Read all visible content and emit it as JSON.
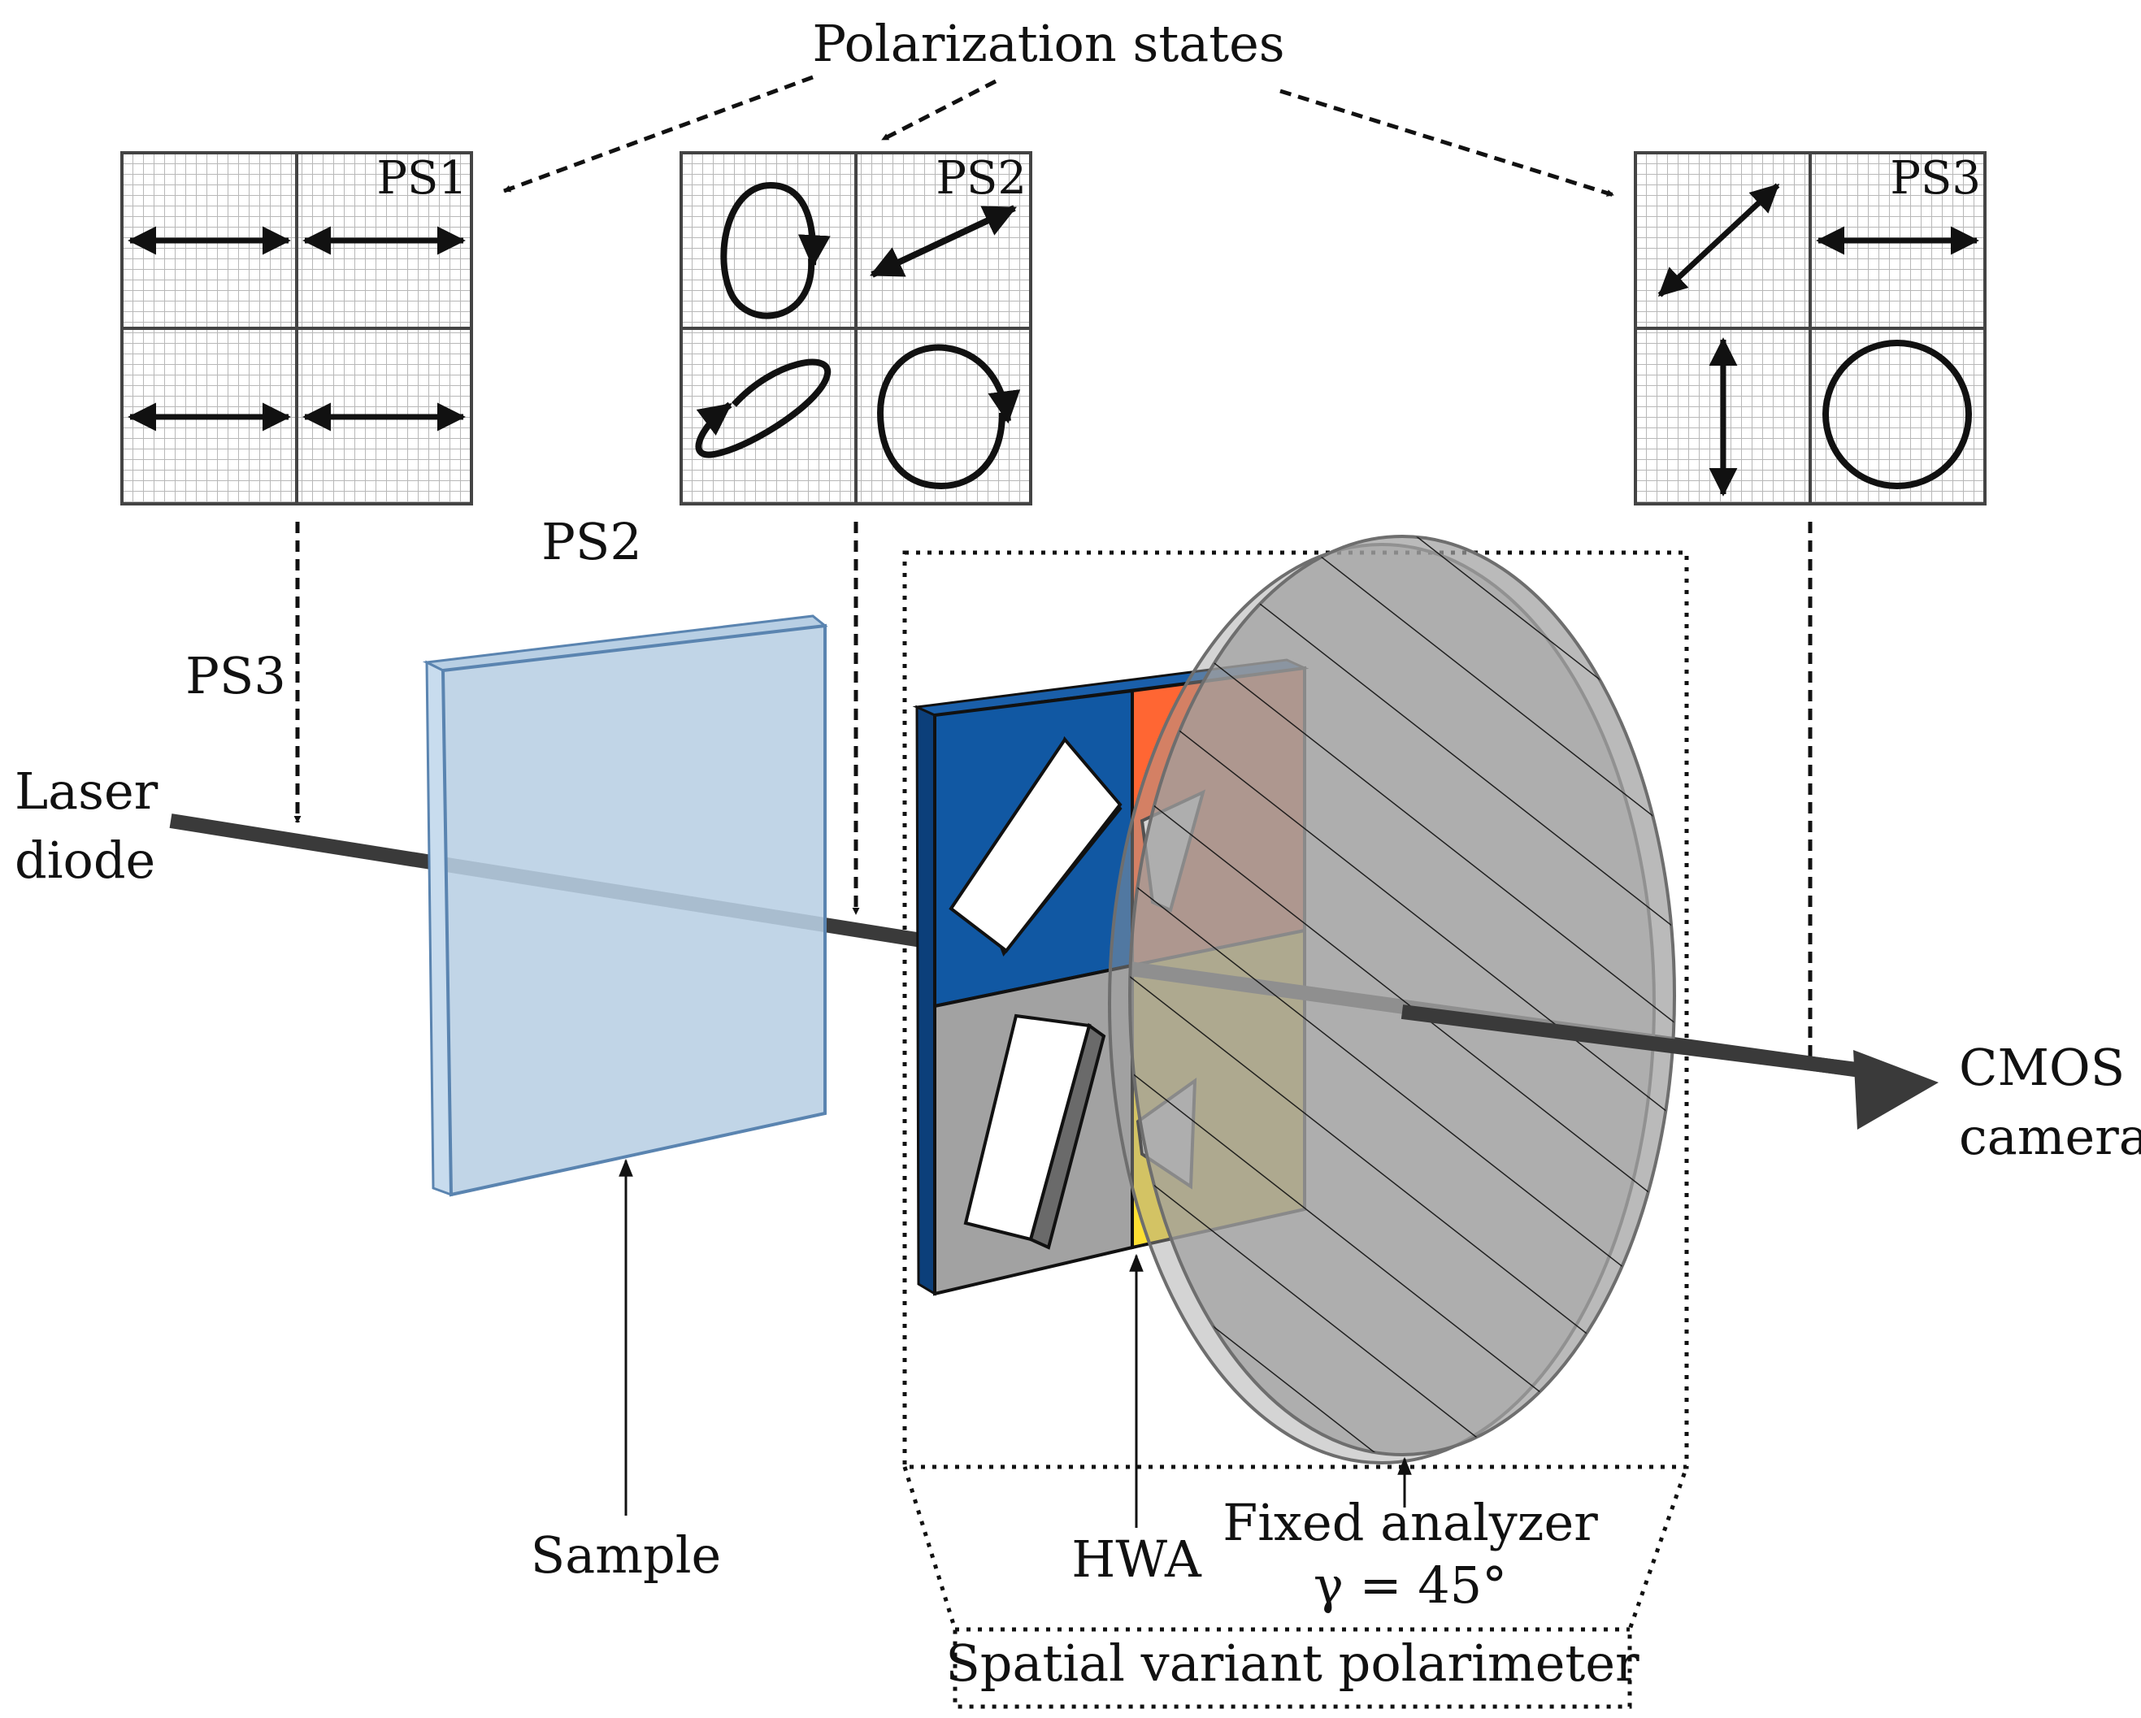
{
  "labels": {
    "polarization_states": "Polarization states",
    "ps1_panel": "PS1",
    "ps2_panel": "PS2",
    "ps3_panel": "PS3",
    "ps2_side": "PS2",
    "ps3_side": "PS3",
    "laser_line1": "Laser",
    "laser_line2": "diode",
    "cmos_line1": "CMOS",
    "cmos_line2": "camera",
    "sample": "Sample",
    "hwa": "HWA",
    "fixed_analyzer": "Fixed analyzer",
    "gamma": "γ = 45°",
    "spatial_polarimeter": "Spatial variant polarimeter"
  },
  "colors": {
    "hwa_blue": "#1158a3",
    "hwa_blue_dark": "#0c3f7a",
    "hwa_orange": "#ff6633",
    "hwa_yellow": "#fde033",
    "hwa_gray": "#a2a2a2",
    "sample_fill": "#b8cfe4",
    "sample_edge": "#6a90b8",
    "analyzer_fill": "#a0a0a0",
    "beam": "#3a3a3a",
    "grid": "#b5b5b5"
  },
  "icons": {
    "ps1": [
      "double-arrow-horizontal",
      "double-arrow-horizontal",
      "double-arrow-horizontal",
      "double-arrow-horizontal"
    ],
    "ps2": [
      "ellipse-arrow-icon",
      "double-arrow-diagonal",
      "ellipse-arrow-icon",
      "circle-arrow-icon"
    ],
    "ps3": [
      "double-arrow-diagonal",
      "double-arrow-horizontal",
      "double-arrow-vertical",
      "circle-icon"
    ]
  }
}
